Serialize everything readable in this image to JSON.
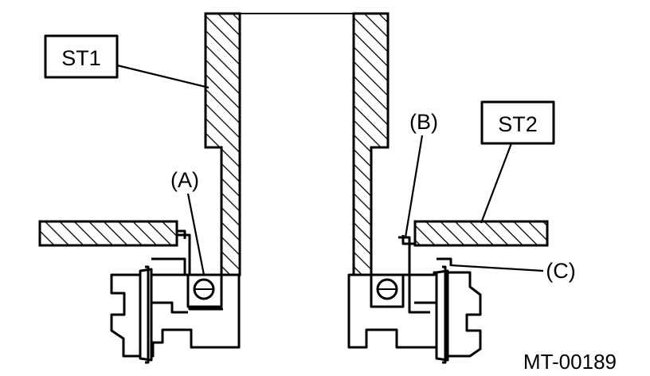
{
  "labels": {
    "st1": "ST1",
    "st2": "ST2",
    "a": "(A)",
    "b": "(B)",
    "c": "(C)"
  },
  "figure_code": "MT-00189"
}
